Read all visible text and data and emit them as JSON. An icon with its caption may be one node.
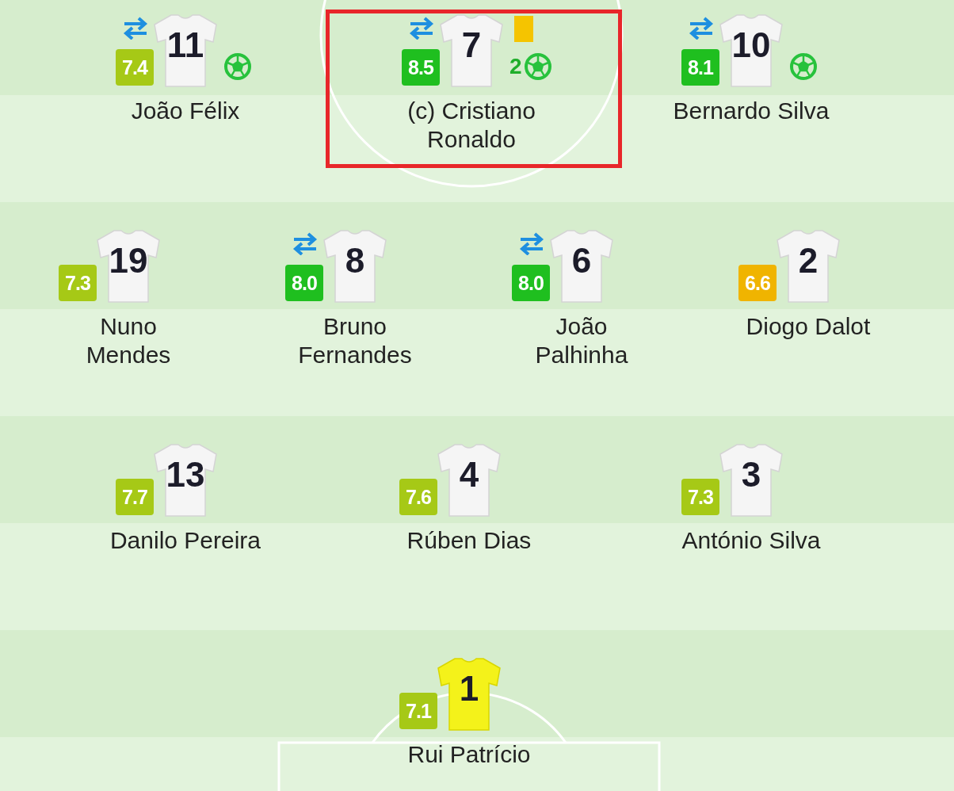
{
  "diagram": {
    "nodes": [
      {
        "text": [],
        "shape": "box"
      },
      {
        "text": [
          "11",
          "7.4",
          "João Félix"
        ]
      },
      {
        "text": [
          "7",
          "8.5",
          "2",
          "(c) Cristiano Ronaldo"
        ],
        "in": 0
      },
      {
        "text": [
          "10",
          "8.1",
          "Bernardo Silva"
        ]
      },
      {
        "text": [
          "19",
          "7.3",
          "Nuno Mendes"
        ]
      },
      {
        "text": [
          "8",
          "8.0",
          "Bruno Fernandes"
        ]
      },
      {
        "text": [
          "6",
          "8.0",
          "João Palhinha"
        ]
      },
      {
        "text": [
          "2",
          "6.6",
          "Diogo Dalot"
        ]
      },
      {
        "text": [
          "13",
          "7.7",
          "Danilo Pereira"
        ]
      },
      {
        "text": [
          "4",
          "7.6",
          "Rúben Dias"
        ]
      },
      {
        "text": [
          "3",
          "7.3",
          "António Silva"
        ]
      },
      {
        "text": [
          "1",
          "7.1",
          "Rui Patrício"
        ]
      }
    ]
  }
}
